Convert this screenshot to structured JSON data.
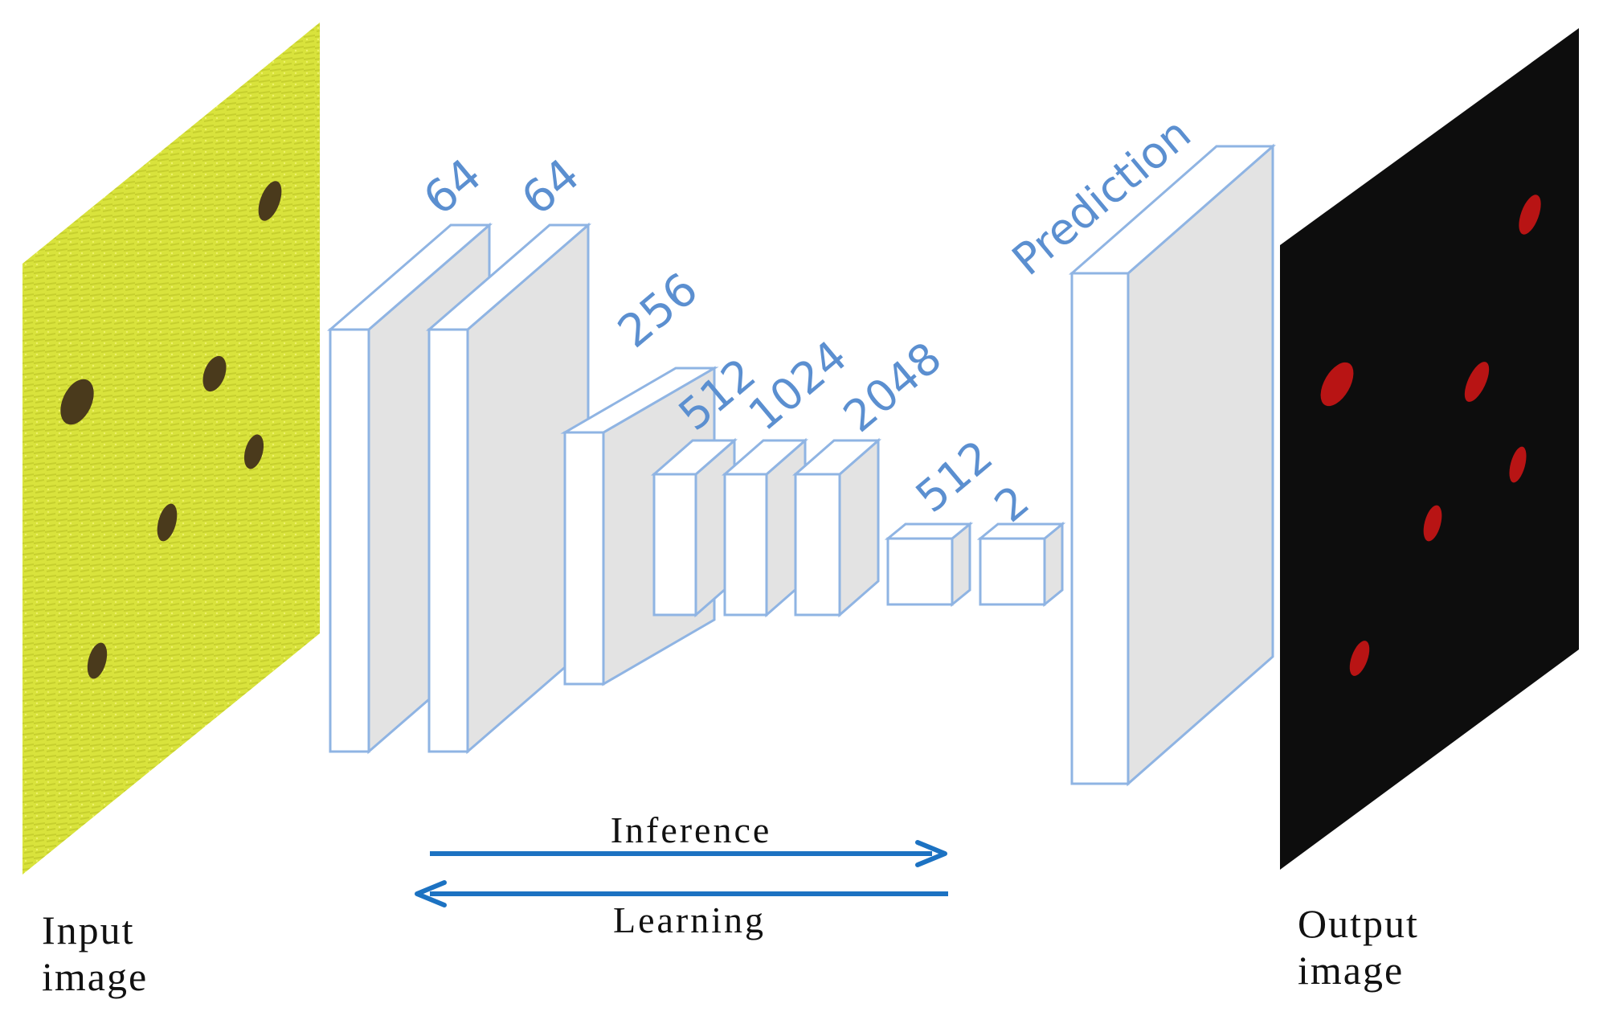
{
  "colors": {
    "block_stroke": "#8fb4e3",
    "block_front": "#ffffff",
    "block_side": "#e3e3e3",
    "label": "#5b8fd0",
    "arrow": "#1c72c2",
    "input_bg": "#d8e23a",
    "input_spot": "#4a3a1c",
    "output_bg": "#0d0d0d",
    "output_spot": "#b81414"
  },
  "input": {
    "line1": "Input",
    "line2": "image"
  },
  "output": {
    "line1": "Output",
    "line2": "image"
  },
  "layers": [
    {
      "label": "64"
    },
    {
      "label": "64"
    },
    {
      "label": "256"
    },
    {
      "label": "512"
    },
    {
      "label": "1024"
    },
    {
      "label": "2048"
    },
    {
      "label": "512"
    },
    {
      "label": "2"
    },
    {
      "label": "Prediction"
    }
  ],
  "arrows": {
    "inference": "Inference",
    "learning": "Learning"
  }
}
